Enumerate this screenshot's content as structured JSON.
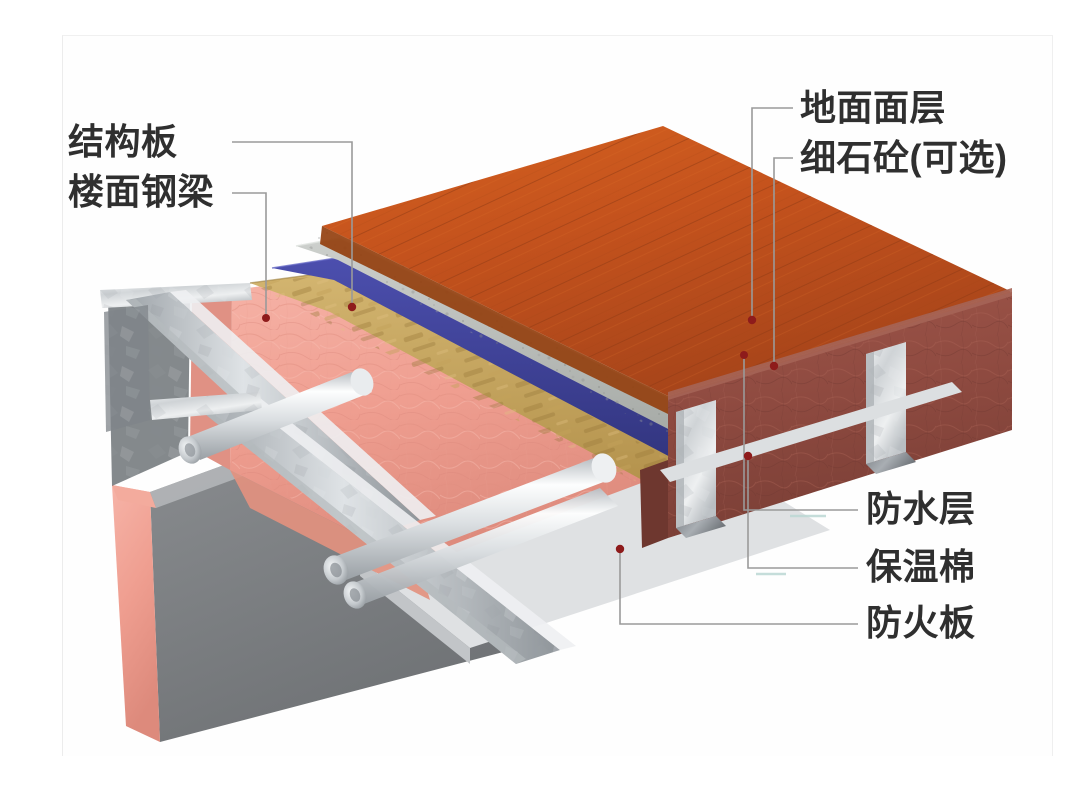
{
  "figure": {
    "kind": "construction-assembly-cutaway",
    "description": "Steel-frame floor assembly layered cutaway isometric diagram",
    "background_color": "#ffffff",
    "frame_color": "#ececec",
    "label_color": "#2f2f2f",
    "leader_color": "#9a9a9a",
    "marker_color": "#8e1b1b"
  },
  "labels": {
    "structural_board": "结构板",
    "floor_steel_beam": "楼面钢梁",
    "ground_finish_layer": "地面面层",
    "fine_stone_concrete_optional": "细石砼(可选)",
    "waterproof_layer": "防水层",
    "thermal_insulation_cotton": "保温棉",
    "fireproof_board": "防火板"
  },
  "layers": [
    {
      "name": "地面面层",
      "role": "floor-finish-wood",
      "color": "#c4521d"
    },
    {
      "name": "细石砼(可选)",
      "role": "fine-aggregate-concrete",
      "color": "#b8bcb8"
    },
    {
      "name": "防水层",
      "role": "waterproof-membrane",
      "color": "#3b3f9e"
    },
    {
      "name": "结构板",
      "role": "osb-structural-board",
      "color": "#c8a75e"
    },
    {
      "name": "保温棉",
      "role": "mineral-wool-insulation",
      "color": "#f0a396"
    },
    {
      "name": "楼面钢梁",
      "role": "steel-c-joist",
      "color": "#c9ccd0"
    },
    {
      "name": "防火板",
      "role": "fireproof-ceiling-board",
      "color": "#d6d8da"
    }
  ],
  "components": {
    "pipes": "管道穿梁",
    "steel_studs": "钢立柱",
    "side_insulation_panel": "保温棉侧面",
    "ceiling_soffit": "防火板吊顶"
  }
}
